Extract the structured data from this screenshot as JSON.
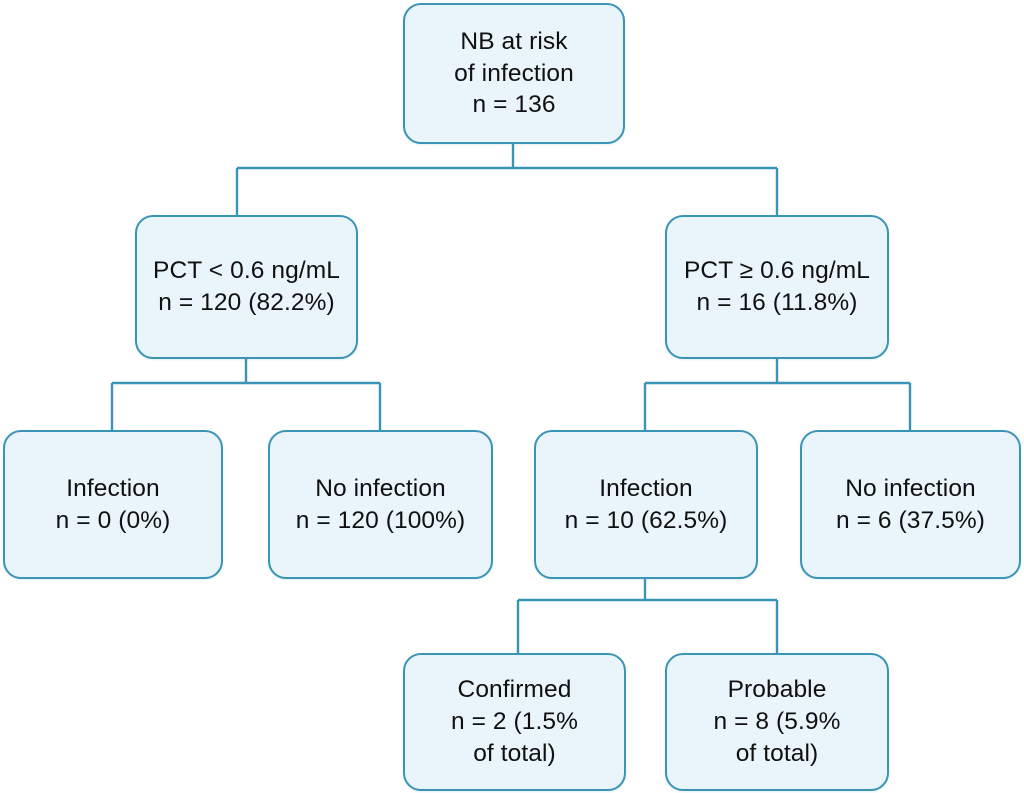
{
  "diagram": {
    "type": "flowchart",
    "orientation": "top-down",
    "style": {
      "node_fill": "#e9f4fb",
      "node_border": "#3a94b5",
      "connector": "#3a94b5",
      "text": "#101010",
      "background": "#ffffff"
    },
    "nodes": [
      {
        "id": "root",
        "lines": [
          "NB at risk",
          "of infection",
          "n = 136"
        ],
        "n": 136
      },
      {
        "id": "pct_low",
        "lines": [
          "PCT < 0.6 ng/mL",
          "n = 120 (82.2%)"
        ],
        "n": 120,
        "percent": "82.2%"
      },
      {
        "id": "pct_high",
        "lines": [
          "PCT ≥ 0.6 ng/mL",
          "n = 16 (11.8%)"
        ],
        "n": 16,
        "percent": "11.8%"
      },
      {
        "id": "infection_low",
        "lines": [
          "Infection",
          "n = 0 (0%)"
        ],
        "n": 0,
        "percent": "0%"
      },
      {
        "id": "no_infection_low",
        "lines": [
          "No infection",
          "n = 120 (100%)"
        ],
        "n": 120,
        "percent": "100%"
      },
      {
        "id": "infection_high",
        "lines": [
          "Infection",
          "n = 10 (62.5%)"
        ],
        "n": 10,
        "percent": "62.5%"
      },
      {
        "id": "no_infection_high",
        "lines": [
          "No infection",
          "n = 6 (37.5%)"
        ],
        "n": 6,
        "percent": "37.5%"
      },
      {
        "id": "confirmed",
        "lines": [
          "Confirmed",
          "n = 2 (1.5%",
          "of total)"
        ],
        "n": 2,
        "percent": "1.5%"
      },
      {
        "id": "probable",
        "lines": [
          "Probable",
          "n = 8 (5.9%",
          "of total)"
        ],
        "n": 8,
        "percent": "5.9%"
      }
    ],
    "edges": [
      {
        "from": "root",
        "to": "pct_low"
      },
      {
        "from": "root",
        "to": "pct_high"
      },
      {
        "from": "pct_low",
        "to": "infection_low"
      },
      {
        "from": "pct_low",
        "to": "no_infection_low"
      },
      {
        "from": "pct_high",
        "to": "infection_high"
      },
      {
        "from": "pct_high",
        "to": "no_infection_high"
      },
      {
        "from": "infection_high",
        "to": "confirmed"
      },
      {
        "from": "infection_high",
        "to": "probable"
      }
    ]
  }
}
